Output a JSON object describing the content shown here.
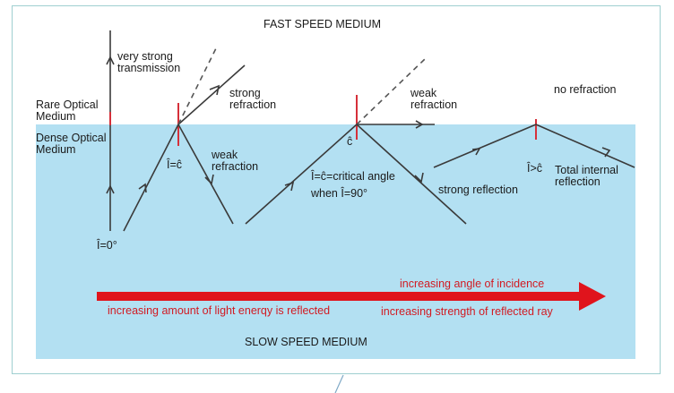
{
  "title_top": "FAST SPEED MEDIUM",
  "title_bottom": "SLOW SPEED MEDIUM",
  "rare_medium": [
    "Rare Optical",
    "Medium"
  ],
  "dense_medium": [
    "Dense Optical",
    "Medium"
  ],
  "labels": {
    "very_strong_transmission": [
      "very strong",
      "transmission"
    ],
    "strong_refraction": [
      "strong",
      "refraction"
    ],
    "weak_refraction_1": [
      "weak",
      "refraction"
    ],
    "weak_refraction_2": [
      "weak",
      "refraction"
    ],
    "no_refraction": "no refraction",
    "angle_i0": "Î=0°",
    "angle_ic_small": "Î=ĉ",
    "angle_c": "ĉ",
    "critical_angle": "Î=ĉ=critical angle",
    "when_i90": "when Î=90°",
    "strong_reflection": "strong reflection",
    "angle_igtc": "Î>ĉ",
    "total_internal": [
      "Total internal",
      "reflection"
    ]
  },
  "arrow": {
    "upper_text": "increasing angle of incidence",
    "lower_left_text": "increasing amount of light enerqy is reflected",
    "lower_right_text": "increasing strength of reflected ray",
    "color": "#e0141c"
  },
  "colors": {
    "dense_fill": "#b3e0f2",
    "ray": "#3a3a3a",
    "normal": "#d6303a"
  }
}
